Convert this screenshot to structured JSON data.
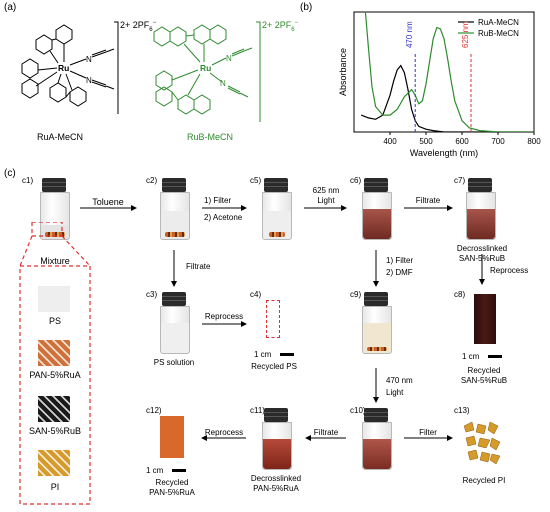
{
  "panel_a": {
    "label": "(a)",
    "rua": {
      "name": "RuA-MeCN",
      "charge": "2+ 2PF",
      "counterion_sub": "6",
      "counterion_sup": "−",
      "metal": "Ru",
      "ligand_n": "N",
      "ligand_n2": "N"
    },
    "rub": {
      "name": "RuB-MeCN",
      "charge": "2+ 2PF",
      "counterion_sub": "6",
      "counterion_sup": "−",
      "metal": "Ru",
      "ligand_n": "N",
      "ligand_n2": "N"
    },
    "rua_color": "#000000",
    "rub_color": "#2e8b2e"
  },
  "panel_b": {
    "label": "(b)",
    "chart_data": {
      "type": "line",
      "xlabel": "Wavelength (nm)",
      "ylabel": "Absorbance",
      "xlim": [
        300,
        800
      ],
      "xticks": [
        "400",
        "500",
        "600",
        "700",
        "800"
      ],
      "series": [
        {
          "name": "RuA-MeCN",
          "color": "#000000",
          "x": [
            320,
            340,
            360,
            380,
            400,
            410,
            420,
            430,
            440,
            450,
            460,
            470,
            480,
            500,
            520,
            550,
            600,
            700,
            800
          ],
          "y": [
            0.12,
            0.1,
            0.09,
            0.12,
            0.26,
            0.36,
            0.44,
            0.47,
            0.42,
            0.3,
            0.16,
            0.08,
            0.04,
            0.02,
            0.01,
            0.0,
            0.0,
            0.0,
            0.0
          ]
        },
        {
          "name": "RuB-MeCN",
          "color": "#2e8b2e",
          "x": [
            320,
            330,
            340,
            350,
            360,
            380,
            400,
            420,
            440,
            460,
            470,
            480,
            490,
            500,
            510,
            520,
            530,
            540,
            550,
            560,
            570,
            580,
            600,
            620,
            650,
            700,
            800
          ],
          "y": [
            1.0,
            0.9,
            0.6,
            0.32,
            0.18,
            0.12,
            0.12,
            0.16,
            0.25,
            0.3,
            0.26,
            0.2,
            0.22,
            0.34,
            0.5,
            0.66,
            0.74,
            0.73,
            0.66,
            0.52,
            0.36,
            0.22,
            0.08,
            0.03,
            0.01,
            0.0,
            0.0
          ]
        }
      ],
      "annotations": [
        {
          "text": "470 nm",
          "x": 470,
          "color": "#3333cc"
        },
        {
          "text": "625 nm",
          "x": 625,
          "color": "#e03030"
        }
      ]
    }
  },
  "panel_c": {
    "label": "(c)",
    "mixture_label": "Mixture",
    "mixture_items": [
      "PS",
      "PAN-5%RuA",
      "SAN-5%RuB",
      "PI"
    ],
    "steps": {
      "c1": "c1)",
      "c2": "c2)",
      "c3": "c3)",
      "c4": "c4)",
      "c5": "c5)",
      "c6": "c6)",
      "c7": "c7)",
      "c8": "c8)",
      "c9": "c9)",
      "c10": "c10)",
      "c11": "c11)",
      "c12": "c12)",
      "c13": "c13)"
    },
    "arrows": {
      "toluene": "Toluene",
      "filter_acetone_1": "1) Filter",
      "filter_acetone_2": "2) Acetone",
      "light625_1": "625 nm",
      "light625_2": "Light",
      "filtrate_c7": "Filtrate",
      "filtrate_c3": "Filtrate",
      "reprocess_c4": "Reprocess",
      "filter_dmf_1": "1) Filter",
      "filter_dmf_2": "2) DMF",
      "reprocess_c8": "Reprocess",
      "light470_1": "470 nm",
      "light470_2": "Light",
      "filtrate_c11": "Filtrate",
      "reprocess_c12": "Reprocess",
      "filter_c13": "Filter"
    },
    "captions": {
      "c3": "PS solution",
      "c4": "Recycled PS",
      "c7_1": "Decrosslinked",
      "c7_2": "SAN-5%RuB",
      "c8_1": "Recycled",
      "c8_2": "SAN-5%RuB",
      "c11_1": "Decrosslinked",
      "c11_2": "PAN-5%RuA",
      "c12_1": "Recycled",
      "c12_2": "PAN-5%RuA",
      "c13": "Recycled PI"
    },
    "scale_label": "1 cm",
    "colors": {
      "dashed_red": "#e03030",
      "red_solution": "#8a2a1e",
      "orange_film": "#d9692a",
      "dark_film": "#3a1210"
    }
  }
}
